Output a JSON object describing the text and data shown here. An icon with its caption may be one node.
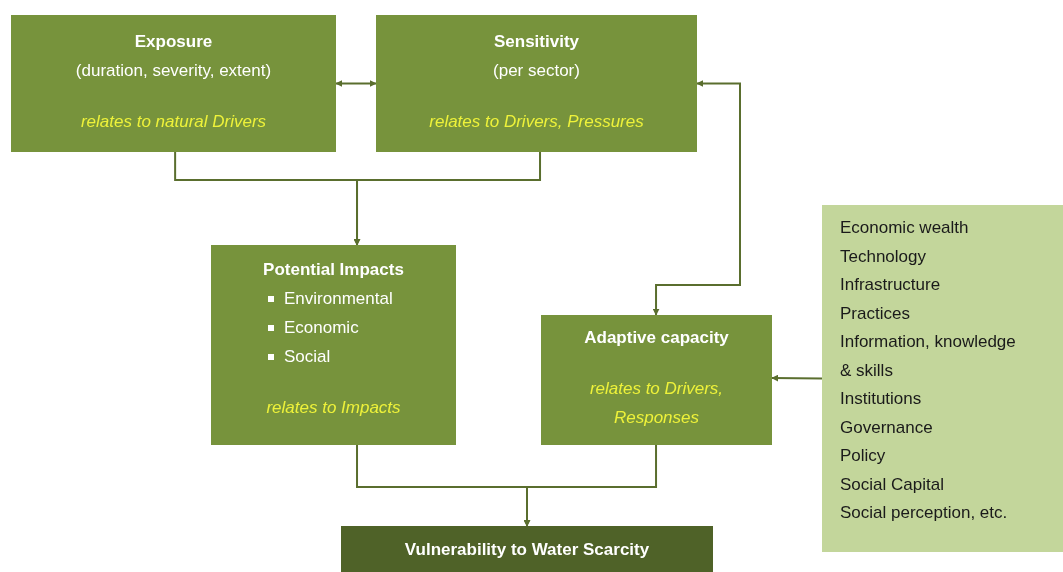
{
  "diagram": {
    "nodes": [
      {
        "text": [
          "Exposure",
          "(duration, severity, extent)",
          "relates to natural Drivers"
        ]
      },
      {
        "text": [
          "Sensitivity",
          "(per sector)",
          "relates to Drivers, Pressures"
        ]
      },
      {
        "text": [
          "Potential Impacts",
          "Environmental",
          "Economic",
          "Social",
          "relates to Impacts"
        ]
      },
      {
        "text": [
          "Adaptive capacity",
          "relates to Drivers, Responses"
        ]
      },
      {
        "text": [
          "Economic wealth",
          "Technology",
          "Infrastructure",
          "Practices",
          "Information, knowledge & skills",
          "Institutions",
          "Governance",
          "Policy",
          "Social Capital",
          "Social perception, etc."
        ]
      },
      {
        "text": [
          "Vulnerability to Water Scarcity"
        ]
      }
    ],
    "edges": [
      {
        "from": 0,
        "to": 1,
        "arrow": "both"
      },
      {
        "from": 0,
        "to": 2,
        "arrow": "to"
      },
      {
        "from": 1,
        "to": 2,
        "arrow": "to"
      },
      {
        "from": 1,
        "to": 3,
        "arrow": "both"
      },
      {
        "from": 4,
        "to": 3,
        "arrow": "to"
      },
      {
        "from": 2,
        "to": 5,
        "arrow": "to"
      },
      {
        "from": 3,
        "to": 5,
        "arrow": "to"
      }
    ]
  }
}
